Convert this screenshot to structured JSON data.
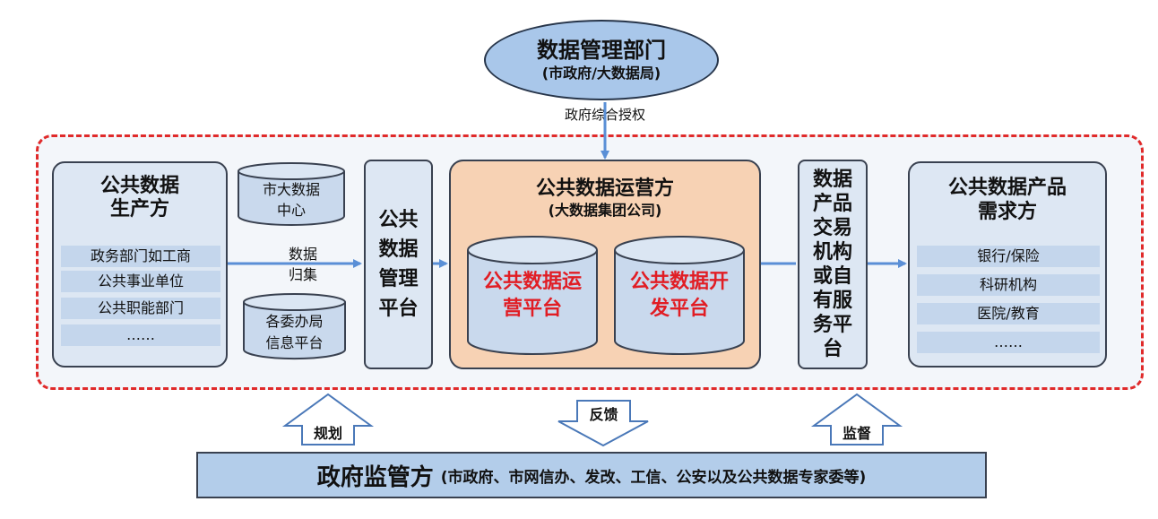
{
  "management": {
    "title": "数据管理部门",
    "subtitle": "(市政府/大数据局)"
  },
  "authorization_label": "政府综合授权",
  "producer": {
    "title_line1": "公共数据",
    "title_line2": "生产方",
    "items": [
      "政务部门如工商",
      "公共事业单位",
      "公共职能部门",
      "……"
    ]
  },
  "data_center": {
    "line1": "市大数据",
    "line2": "中心"
  },
  "committee_platform": {
    "line1": "各委办局",
    "line2": "信息平台"
  },
  "collect_label": {
    "line1": "数据",
    "line2": "归集"
  },
  "management_platform": {
    "chars": [
      "公共",
      "数据",
      "管理",
      "平台"
    ]
  },
  "operator": {
    "title": "公共数据运营方",
    "subtitle": "(大数据集团公司)",
    "ops_platform": {
      "line1": "公共数据运",
      "line2": "营平台"
    },
    "dev_platform": {
      "line1": "公共数据开",
      "line2": "发平台"
    }
  },
  "trade_platform": {
    "lines": [
      "数据",
      "产品",
      "交易",
      "机构",
      "或自",
      "有服",
      "务平",
      "台"
    ]
  },
  "demand": {
    "title_line1": "公共数据产品",
    "title_line2": "需求方",
    "items": [
      "银行/保险",
      "科研机构",
      "医院/教育",
      "……"
    ]
  },
  "arrows": {
    "plan": "规划",
    "feedback": "反馈",
    "supervise": "监督"
  },
  "regulator": {
    "title": "政府监管方",
    "detail": "(市政府、市网信办、发改、工信、公安以及公共数据专家委等)"
  }
}
